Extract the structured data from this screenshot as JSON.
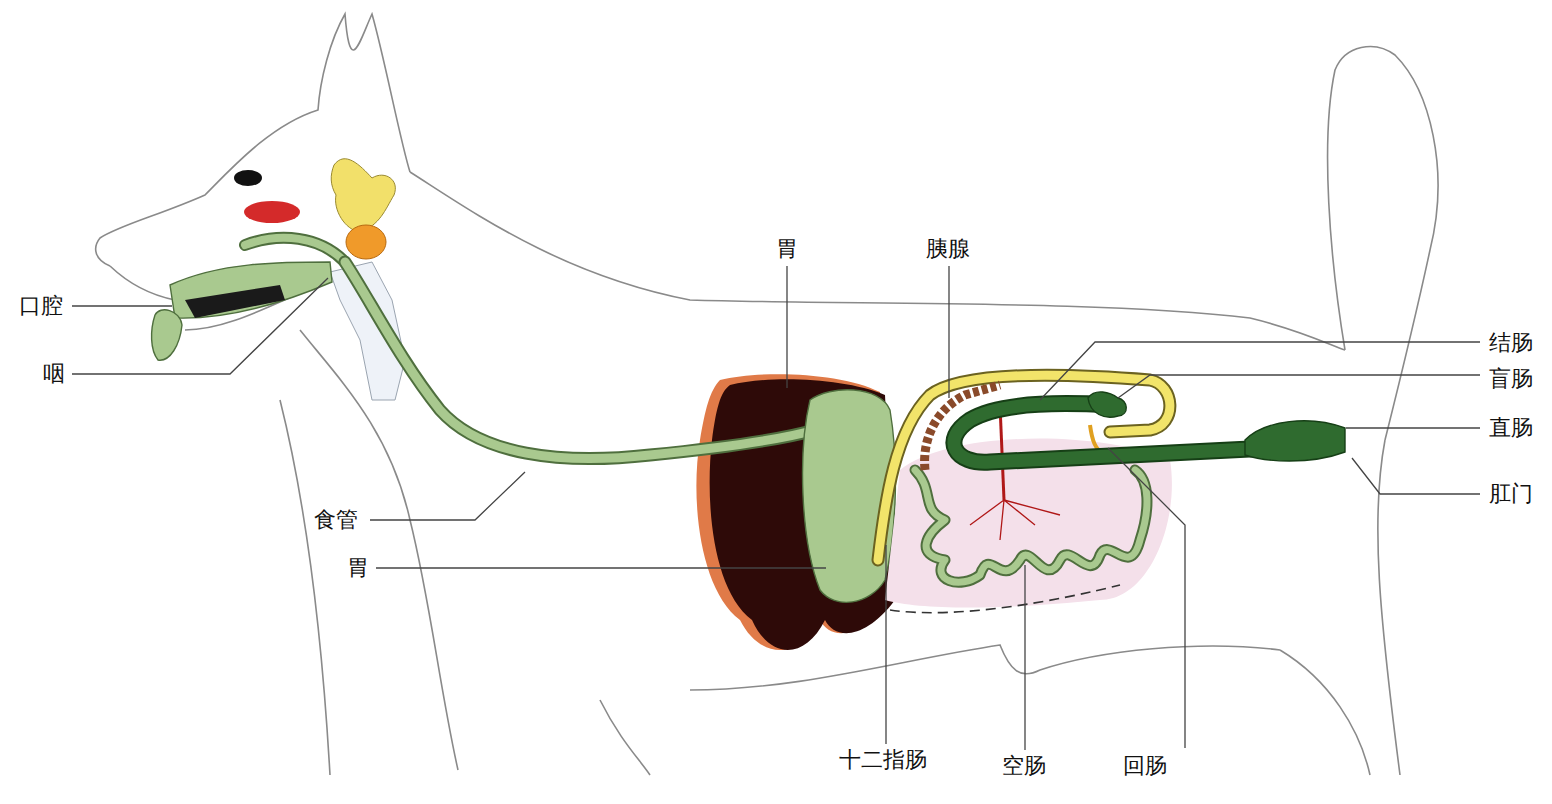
{
  "diagram": {
    "labels": [
      "口腔",
      "咽",
      "食管",
      "胃",
      "胃",
      "胰腺",
      "十二指肠",
      "空肠",
      "回肠",
      "结肠",
      "盲肠",
      "直肠",
      "肛门"
    ]
  }
}
